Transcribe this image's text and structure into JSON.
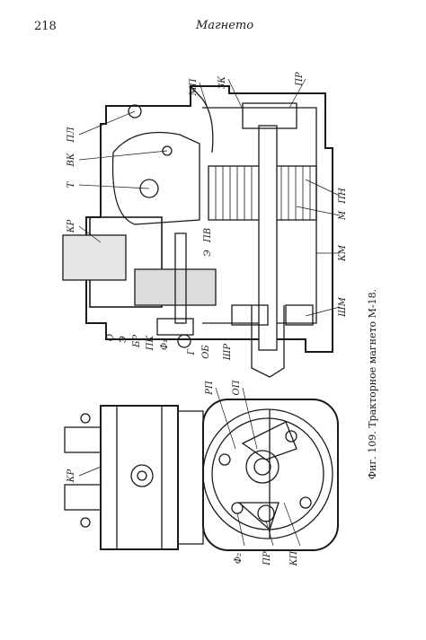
{
  "header": {
    "page_number": "218",
    "running_title": "Магнето"
  },
  "figure": {
    "caption": "Фиг. 109. Тракторное магнето М-18.",
    "labels": {
      "MP": "МП",
      "ZK": "ЗК",
      "PR": "ПР",
      "PL": "ПЛ",
      "VK": "ВК",
      "T": "Т",
      "KR": "КР",
      "PN": "ПН",
      "M": "М",
      "PV": "ПВ",
      "E": "Э",
      "KM": "КМ",
      "O": "О",
      "BR": "БР",
      "PK": "ПК",
      "F1": "Ф₁",
      "G": "Г",
      "OB": "ОБ",
      "SHR": "ШР",
      "SHM": "ШМ",
      "RP": "РП",
      "OP": "ОП",
      "F2": "Ф₂",
      "KP": "КП"
    }
  }
}
